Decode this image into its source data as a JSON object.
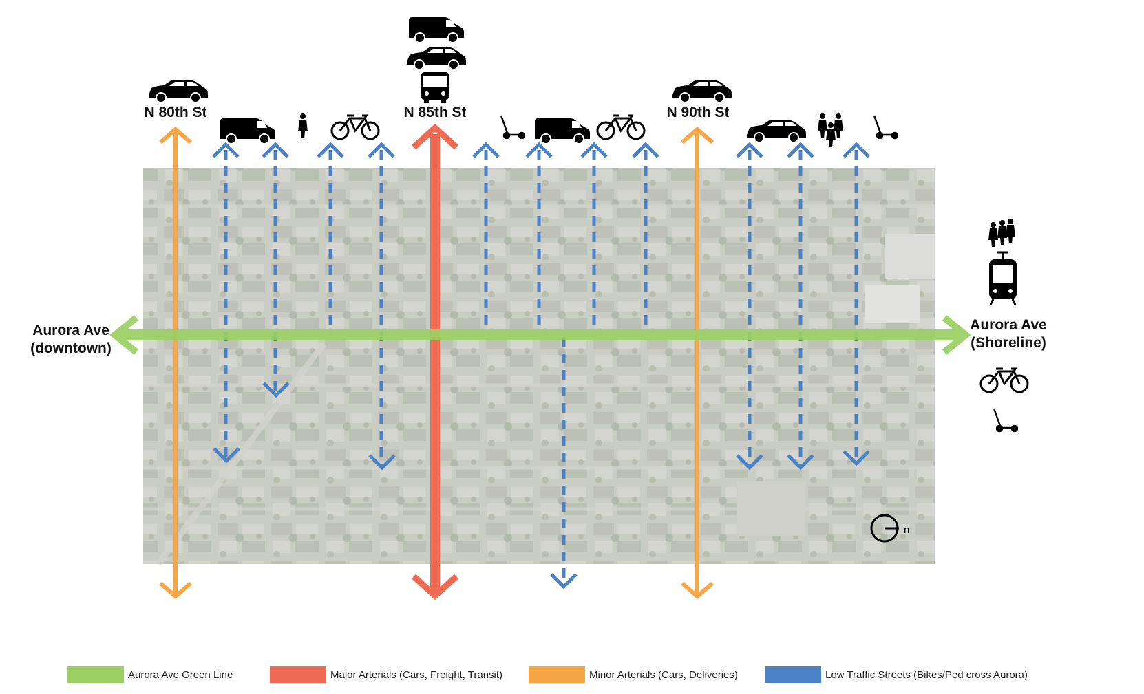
{
  "streets": {
    "n80": "N 80th St",
    "n85": "N 85th St",
    "n90": "N 90th St"
  },
  "ends": {
    "left_line1": "Aurora Ave",
    "left_line2": "(downtown)",
    "right_line1": "Aurora Ave",
    "right_line2": "(Shoreline)"
  },
  "compass": {
    "label": "n"
  },
  "colors": {
    "green_line": "#9bd063",
    "major_arterial": "#ee6a52",
    "minor_arterial": "#f6a645",
    "low_traffic": "#4b82c6",
    "map_base": "#b9bcb2"
  },
  "legend": [
    {
      "label": "Aurora Ave Green Line",
      "color": "#9bd063"
    },
    {
      "label": "Major Arterials (Cars, Freight, Transit)",
      "color": "#ee6a52"
    },
    {
      "label": "Minor Arterials (Cars, Deliveries)",
      "color": "#f6a645"
    },
    {
      "label": "Low Traffic Streets (Bikes/Ped cross Aurora)",
      "color": "#4b82c6"
    }
  ],
  "icons": {
    "n80": [
      "car-icon"
    ],
    "n85": [
      "van-icon",
      "car-icon",
      "bus-icon"
    ],
    "n90": [
      "car-icon"
    ],
    "low_traffic_row": [
      "van-icon",
      "pedestrian-icon",
      "bicycle-icon",
      "scooter-icon",
      "van-icon",
      "bicycle-icon",
      "car-icon",
      "family-icon",
      "scooter-icon"
    ],
    "shoreline": [
      "group-icon",
      "tram-icon",
      "bicycle-icon",
      "scooter-icon"
    ]
  }
}
